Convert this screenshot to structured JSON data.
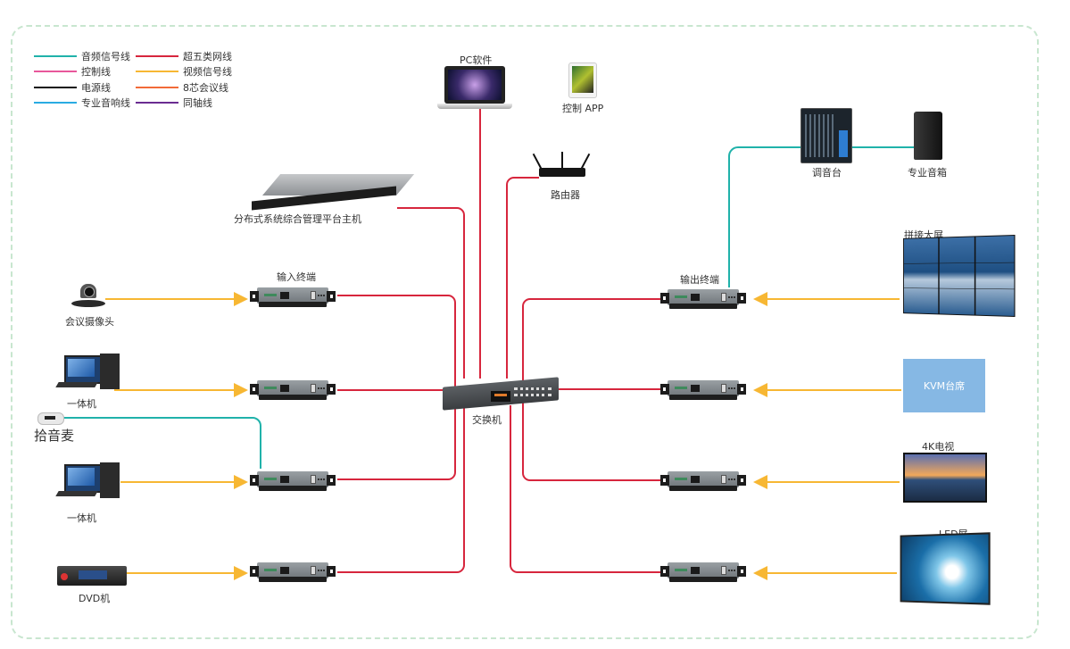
{
  "legend": [
    {
      "label": "音频信号线",
      "color": "#20b2aa"
    },
    {
      "label": "控制线",
      "color": "#e8579b"
    },
    {
      "label": "电源线",
      "color": "#111111"
    },
    {
      "label": "专业音响线",
      "color": "#29abe2"
    },
    {
      "label": "超五类网线",
      "color": "#d7263d"
    },
    {
      "label": "视频信号线",
      "color": "#f7b733"
    },
    {
      "label": "8芯会议线",
      "color": "#f26b38"
    },
    {
      "label": "同轴线",
      "color": "#6a2c91"
    }
  ],
  "colors": {
    "network": "#d7263d",
    "video": "#f7b733",
    "audio": "#20b2aa",
    "frame": "#c8e6cf",
    "kvm_fill": "#86b8e4"
  },
  "devices": {
    "pc_software": "PC软件",
    "control_app": "控制 APP",
    "router": "路由器",
    "management_host": "分布式系统综合管理平台主机",
    "input_terminal": "输入终端",
    "output_terminal": "输出终端",
    "switch": "交换机",
    "mixer": "调音台",
    "speaker": "专业音箱",
    "video_wall": "拼接大屏",
    "kvm": "KVM台席",
    "tv4k": "4K电视",
    "led": "LED屏",
    "camera": "会议摄像头",
    "pc1": "一体机",
    "mic": "拾音麦",
    "pc2": "一体机",
    "dvd": "DVD机"
  }
}
